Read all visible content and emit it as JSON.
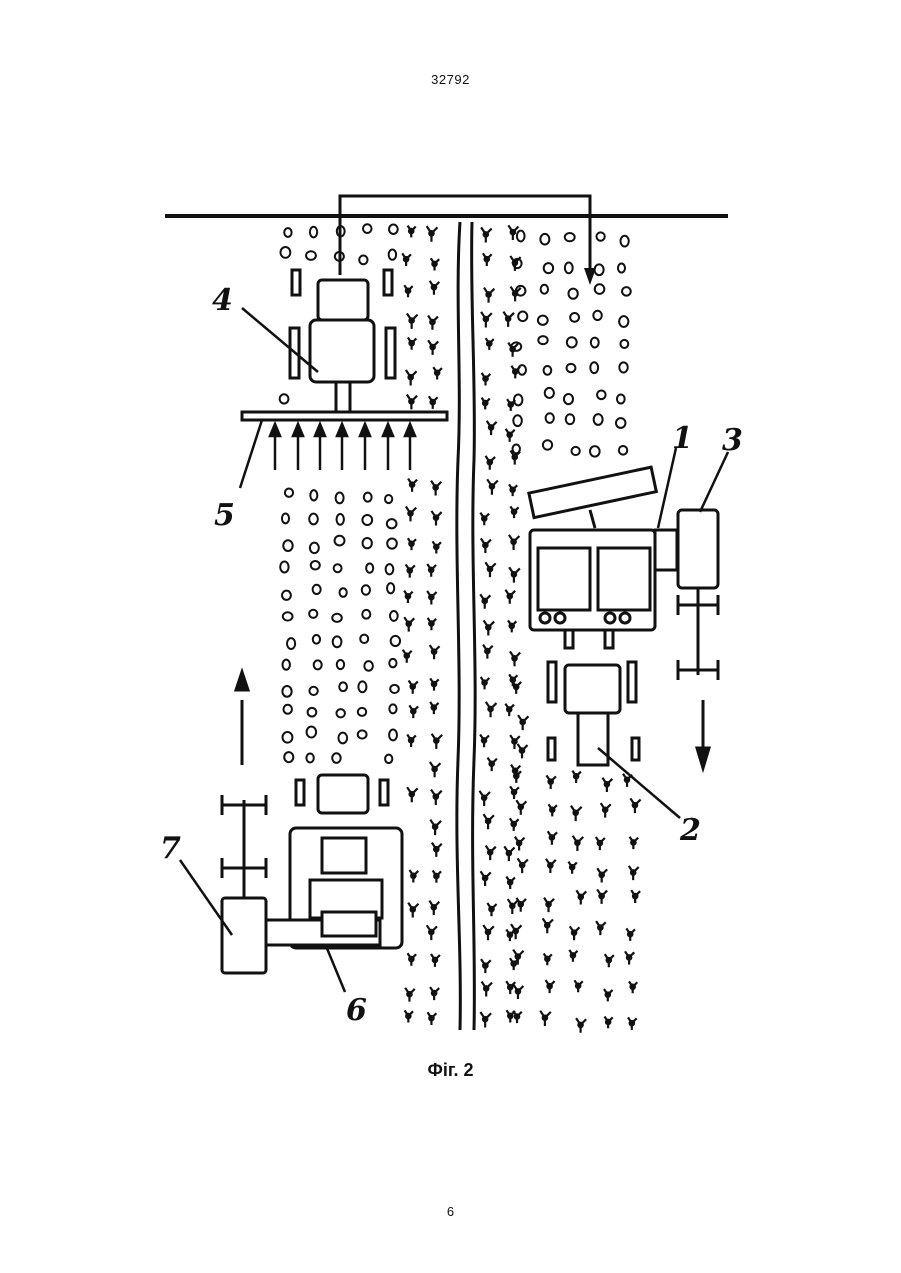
{
  "header": {
    "doc_number": "32792"
  },
  "figure": {
    "caption": "Фіг. 2",
    "labels": [
      "1",
      "2",
      "3",
      "4",
      "5",
      "6",
      "7"
    ]
  },
  "footer": {
    "page_number": "6"
  }
}
